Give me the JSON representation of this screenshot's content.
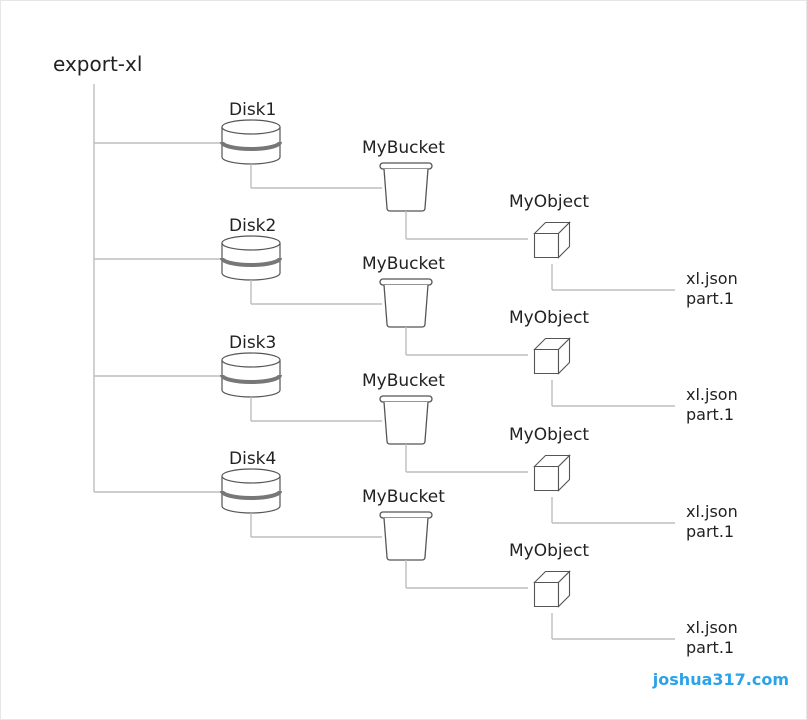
{
  "root_label": "export-xl",
  "disks": [
    {
      "label": "Disk1",
      "bucket": "MyBucket",
      "object": "MyObject",
      "files": [
        "xl.json",
        "part.1"
      ]
    },
    {
      "label": "Disk2",
      "bucket": "MyBucket",
      "object": "MyObject",
      "files": [
        "xl.json",
        "part.1"
      ]
    },
    {
      "label": "Disk3",
      "bucket": "MyBucket",
      "object": "MyObject",
      "files": [
        "xl.json",
        "part.1"
      ]
    },
    {
      "label": "Disk4",
      "bucket": "MyBucket",
      "object": "MyObject",
      "files": [
        "xl.json",
        "part.1"
      ]
    }
  ],
  "watermark": "joshua317.com",
  "colors": {
    "line": "#bdbdbd",
    "icon_stroke": "#555555",
    "disk_band": "#777777",
    "watermark": "#2aa3e8"
  }
}
